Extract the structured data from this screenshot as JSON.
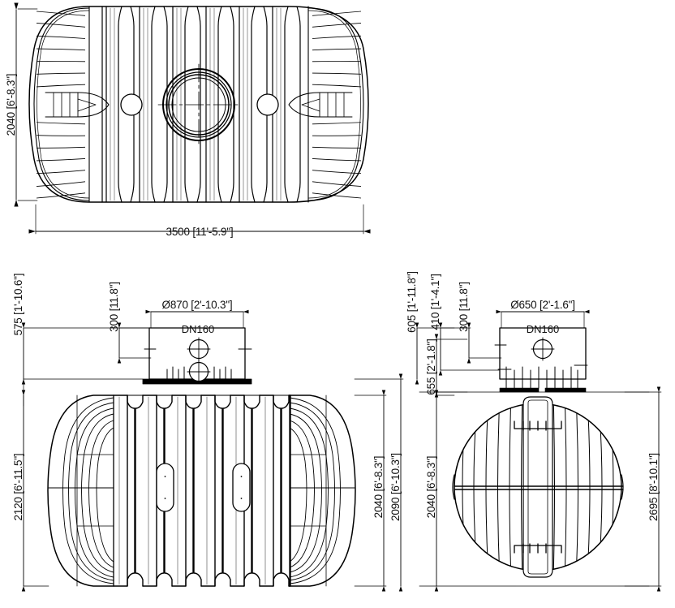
{
  "drawing": {
    "type": "technical-cad-drawing",
    "subject": "Underground cylindrical corrugated tank",
    "views": [
      {
        "id": "top-view",
        "name": "Top view"
      },
      {
        "id": "front-view",
        "name": "Front elevation"
      },
      {
        "id": "side-view",
        "name": "Side elevation"
      }
    ],
    "line_color": "#000000",
    "background_color": "#ffffff"
  },
  "top_view": {
    "height_dim": "2040 [6'-8.3\"]",
    "length_dim": "3500 [11'-5.9\"]"
  },
  "front_view": {
    "riser_height_dim": "575 [1'-10.6\"]",
    "collar_dim": "300 [11.8\"]",
    "riser_diameter_dim": "Ø870 [2'-10.3\"]",
    "nozzle_label": "DN160",
    "body_height_dim": "2120 [6'-11.5\"]",
    "right_dim_1": "2040 [6'-8.3\"]",
    "right_dim_2": "2090 [6'-10.3\"]"
  },
  "side_view": {
    "riser_height_dim": "605 [1'-11.8\"]",
    "offset_dim": "410 [1'-4.1\"]",
    "collar_dim": "300 [11.8\"]",
    "neck_height_dim": "655 [2'-1.8\"]",
    "riser_diameter_dim": "Ø650 [2'-1.6\"]",
    "nozzle_label": "DN160",
    "body_height_dim": "2040 [6'-8.3\"]",
    "overall_height_dim": "2695 [8'-10.1\"]"
  }
}
